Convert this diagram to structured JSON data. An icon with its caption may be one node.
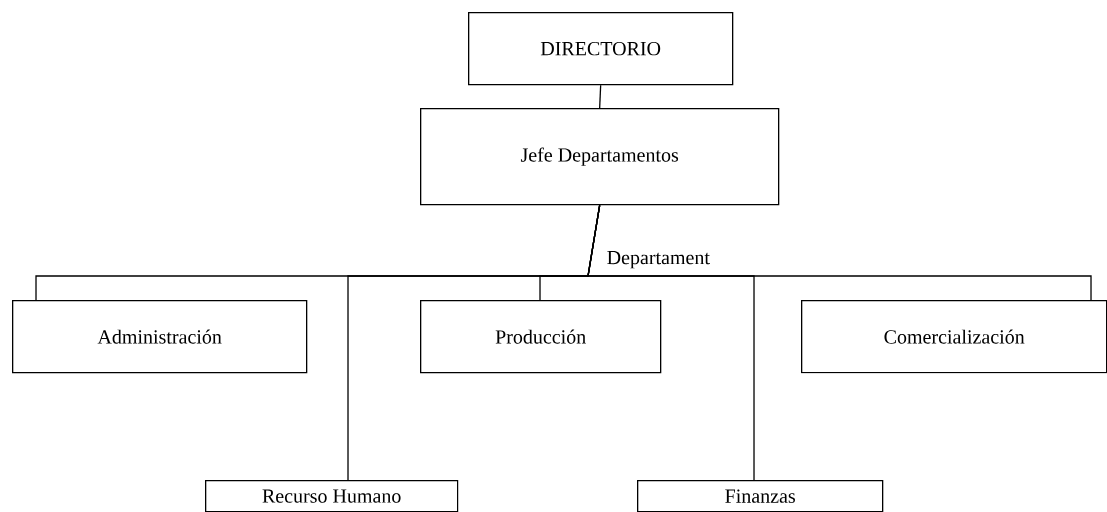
{
  "diagram": {
    "nodes": [
      {
        "text": [
          "DIRECTORIO"
        ]
      },
      {
        "text": [
          "Jefe Departamentos"
        ]
      },
      {
        "text": [
          "Administración"
        ]
      },
      {
        "text": [
          "Recurso Humano"
        ]
      },
      {
        "text": [
          "Producción"
        ]
      },
      {
        "text": [
          "Finanzas"
        ]
      },
      {
        "text": [
          "Comercialización"
        ]
      }
    ],
    "edges": [
      {
        "from": 0,
        "to": 1,
        "arrow": "none"
      },
      {
        "from": 1,
        "to": 2,
        "arrow": "none"
      },
      {
        "from": 1,
        "to": 3,
        "arrow": "none"
      },
      {
        "from": 1,
        "to": 4,
        "arrow": "none"
      },
      {
        "from": 1,
        "to": 5,
        "arrow": "none"
      },
      {
        "from": 1,
        "to": 6,
        "arrow": "none"
      }
    ],
    "labels": [
      "Departament"
    ]
  }
}
